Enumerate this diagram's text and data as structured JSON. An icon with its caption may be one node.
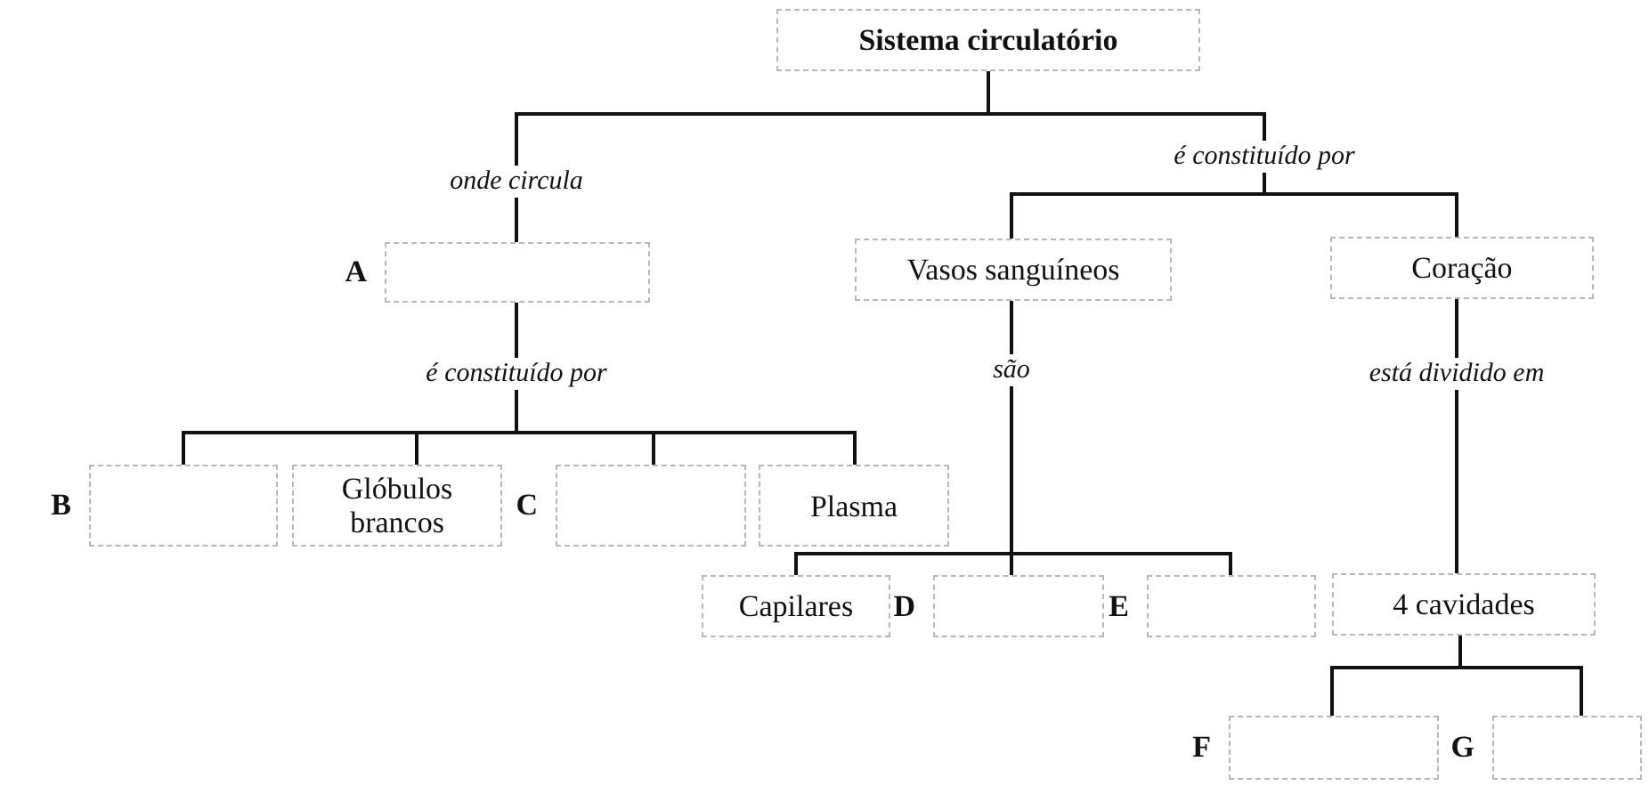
{
  "diagram": {
    "nodes": [
      {
        "text": [
          "Sistema circulatório"
        ]
      },
      {
        "text": [],
        "shape": "box",
        "beside": [
          "A"
        ]
      },
      {
        "text": [
          "Vasos sanguíneos"
        ]
      },
      {
        "text": [
          "Coração"
        ]
      },
      {
        "text": [],
        "shape": "box",
        "beside": [
          "B"
        ]
      },
      {
        "text": [
          "Glóbulos brancos"
        ]
      },
      {
        "text": [],
        "shape": "box",
        "beside": [
          "C"
        ]
      },
      {
        "text": [
          "Plasma"
        ]
      },
      {
        "text": [
          "Capilares"
        ]
      },
      {
        "text": [],
        "shape": "box",
        "beside": [
          "D"
        ]
      },
      {
        "text": [],
        "shape": "box",
        "beside": [
          "E"
        ]
      },
      {
        "text": [
          "4 cavidades"
        ]
      },
      {
        "text": [],
        "shape": "box",
        "beside": [
          "F"
        ]
      },
      {
        "text": [],
        "shape": "box",
        "beside": [
          "G"
        ]
      }
    ],
    "edges": [
      {
        "from": 0,
        "to": 1,
        "arrow": "none",
        "label": "onde circula"
      },
      {
        "from": 0,
        "to": 2,
        "arrow": "none",
        "label": "é constituído por"
      },
      {
        "from": 0,
        "to": 3,
        "arrow": "none"
      },
      {
        "from": 1,
        "to": 4,
        "arrow": "none",
        "label": "é constituído por"
      },
      {
        "from": 1,
        "to": 5,
        "arrow": "none"
      },
      {
        "from": 1,
        "to": 6,
        "arrow": "none"
      },
      {
        "from": 1,
        "to": 7,
        "arrow": "none"
      },
      {
        "from": 2,
        "to": 8,
        "arrow": "none",
        "label": "são"
      },
      {
        "from": 2,
        "to": 9,
        "arrow": "none"
      },
      {
        "from": 2,
        "to": 10,
        "arrow": "none"
      },
      {
        "from": 3,
        "to": 11,
        "arrow": "none",
        "label": "está dividido em"
      },
      {
        "from": 11,
        "to": 12,
        "arrow": "none"
      },
      {
        "from": 11,
        "to": 13,
        "arrow": "none"
      }
    ]
  }
}
